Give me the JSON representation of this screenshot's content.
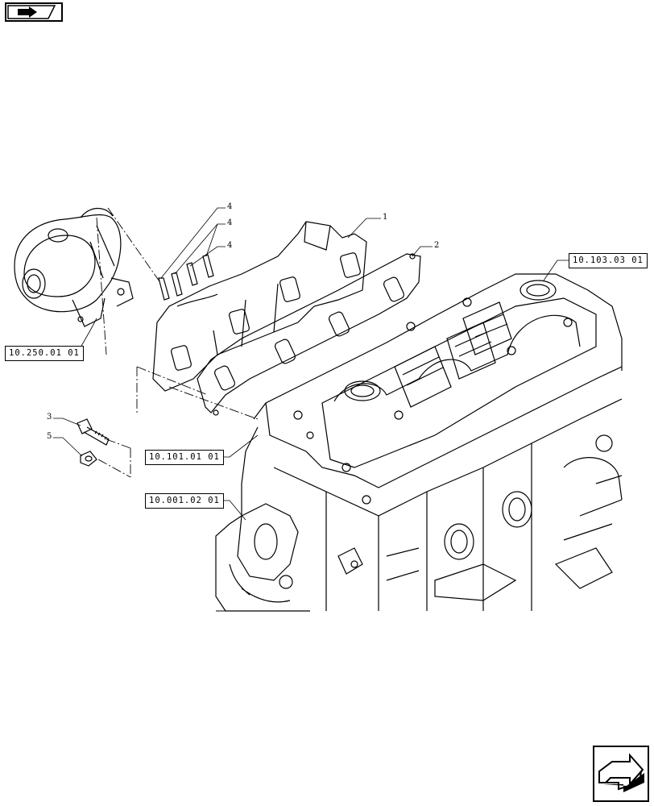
{
  "navigation": {
    "previous_icon": "prev-page-icon",
    "next_icon": "next-page-icon"
  },
  "references": {
    "turbocharger": "10.250.01 01",
    "cylinder_head_cover": "10.103.03 01",
    "cylinder_head": "10.101.01 01",
    "engine_block": "10.001.02 01"
  },
  "callouts": {
    "manifold": "1",
    "gasket": "2",
    "bolt": "3",
    "stud_a": "4",
    "stud_b": "4",
    "stud_c": "4",
    "nut": "5"
  }
}
